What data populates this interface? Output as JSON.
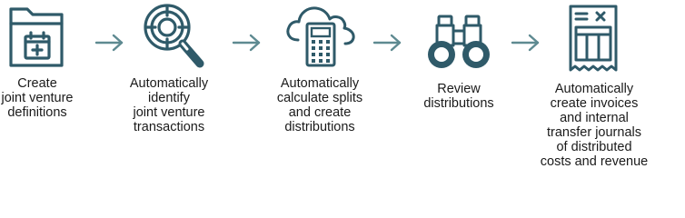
{
  "colors": {
    "icon": "#2f5a69",
    "accent": "#5e8a91",
    "text": "#1a1a1a"
  },
  "steps": [
    {
      "icon": "folder-calendar-icon",
      "lines": [
        "Create",
        "joint venture",
        "definitions"
      ]
    },
    {
      "icon": "magnifier-target-icon",
      "lines": [
        "Automatically",
        "identify",
        "joint venture",
        "transactions"
      ]
    },
    {
      "icon": "cloud-calculator-icon",
      "lines": [
        "Automatically",
        "calculate splits",
        "and create",
        "distributions"
      ]
    },
    {
      "icon": "binoculars-icon",
      "lines": [
        "Review",
        "distributions"
      ]
    },
    {
      "icon": "invoice-document-icon",
      "lines": [
        "Automatically",
        "create invoices",
        "and internal",
        "transfer journals",
        "of distributed",
        "costs and revenue"
      ]
    }
  ],
  "arrows": [
    "arrow-right-icon",
    "arrow-right-icon",
    "arrow-right-icon",
    "arrow-right-icon"
  ]
}
